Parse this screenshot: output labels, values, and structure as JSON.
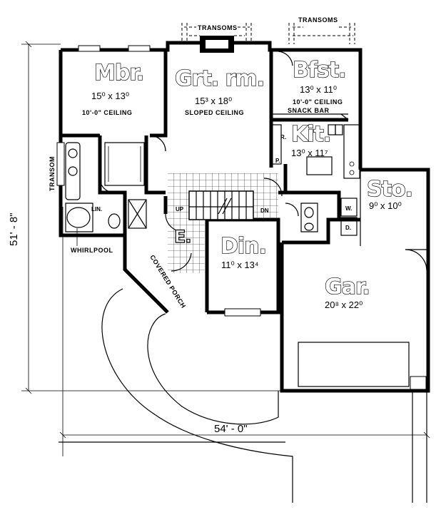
{
  "rooms": {
    "mbr": {
      "name": "Mbr.",
      "size": "15⁰ x 13⁰",
      "ceiling": "10'-0\" CEILING"
    },
    "grt": {
      "name": "Grt. rm.",
      "size": "15³ x 18⁰",
      "ceiling": "SLOPED CEILING"
    },
    "bfst": {
      "name": "Bfst.",
      "size": "13⁰ x 11⁰",
      "ceiling": "10'-0\" CEILING"
    },
    "kit": {
      "name": "Kit.",
      "size": "13⁰ x 11⁷"
    },
    "sto": {
      "name": "Sto.",
      "size": "9⁰ x 10⁰"
    },
    "din": {
      "name": "Din.",
      "size": "11⁰ x 13⁴"
    },
    "gar": {
      "name": "Gar.",
      "size": "20⁸ x 22⁰"
    },
    "entry": {
      "name": "E."
    }
  },
  "labels": {
    "transoms_left": "TRANSOMS",
    "transoms_right": "TRANSOMS",
    "transom_side": "TRANSOM",
    "snack_bar": "SNACK BAR",
    "whirlpool": "WHIRLPOOL",
    "covered_porch": "COVERED PORCH",
    "linen": "LIN.",
    "up": "UP",
    "down": "DN",
    "pantry": "P.",
    "refrigerator": "R.",
    "washer": "W.",
    "dryer": "D."
  },
  "dimensions": {
    "overall_width": "54' - 0\"",
    "overall_depth": "51' - 8\""
  }
}
